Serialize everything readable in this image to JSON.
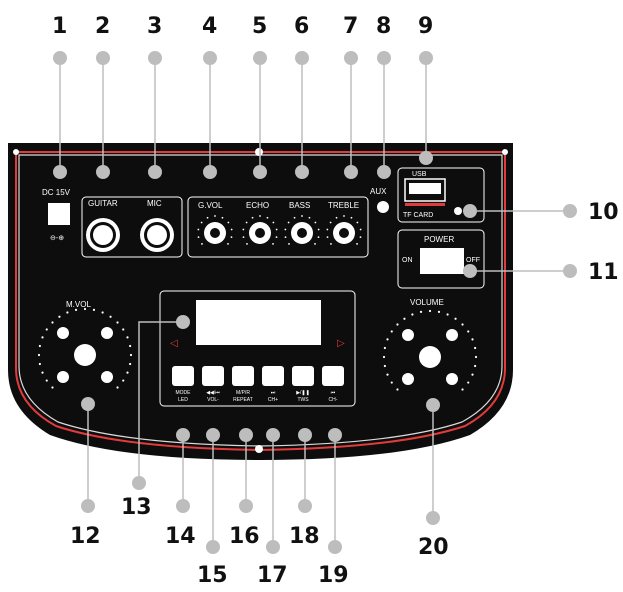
{
  "panel": {
    "colors": {
      "panel": "#0d0d0d",
      "trim": "#e23b3b",
      "dot": "#bdbdbd",
      "label": "#ffffff",
      "callout": "#111111"
    },
    "labels": {
      "dc": "DC 15V",
      "dc_symbol": "⊖-⊕",
      "guitar": "GUITAR",
      "mic": "MIC",
      "g_vol": "G.VOL",
      "echo": "ECHO",
      "bass": "BASS",
      "treble": "TREBLE",
      "aux": "AUX",
      "usb": "USB",
      "tf_card": "TF CARD",
      "power": "POWER",
      "on": "ON",
      "off": "OFF",
      "m_vol": "M.VOL",
      "volume": "VOLUME"
    },
    "buttons": [
      {
        "top": "MODE",
        "bottom": "LED"
      },
      {
        "top": "◀◀/⏮",
        "bottom": "VOL-"
      },
      {
        "top": "M/P/R",
        "bottom": "REPEAT"
      },
      {
        "top": "⏭",
        "bottom": "CH+"
      },
      {
        "top": "▶/❚❚",
        "bottom": "TWS"
      },
      {
        "top": "⏮",
        "bottom": "CH-"
      }
    ],
    "callouts": [
      "1",
      "2",
      "3",
      "4",
      "5",
      "6",
      "7",
      "8",
      "9",
      "10",
      "11",
      "12",
      "13",
      "14",
      "15",
      "16",
      "17",
      "18",
      "19",
      "20"
    ]
  }
}
